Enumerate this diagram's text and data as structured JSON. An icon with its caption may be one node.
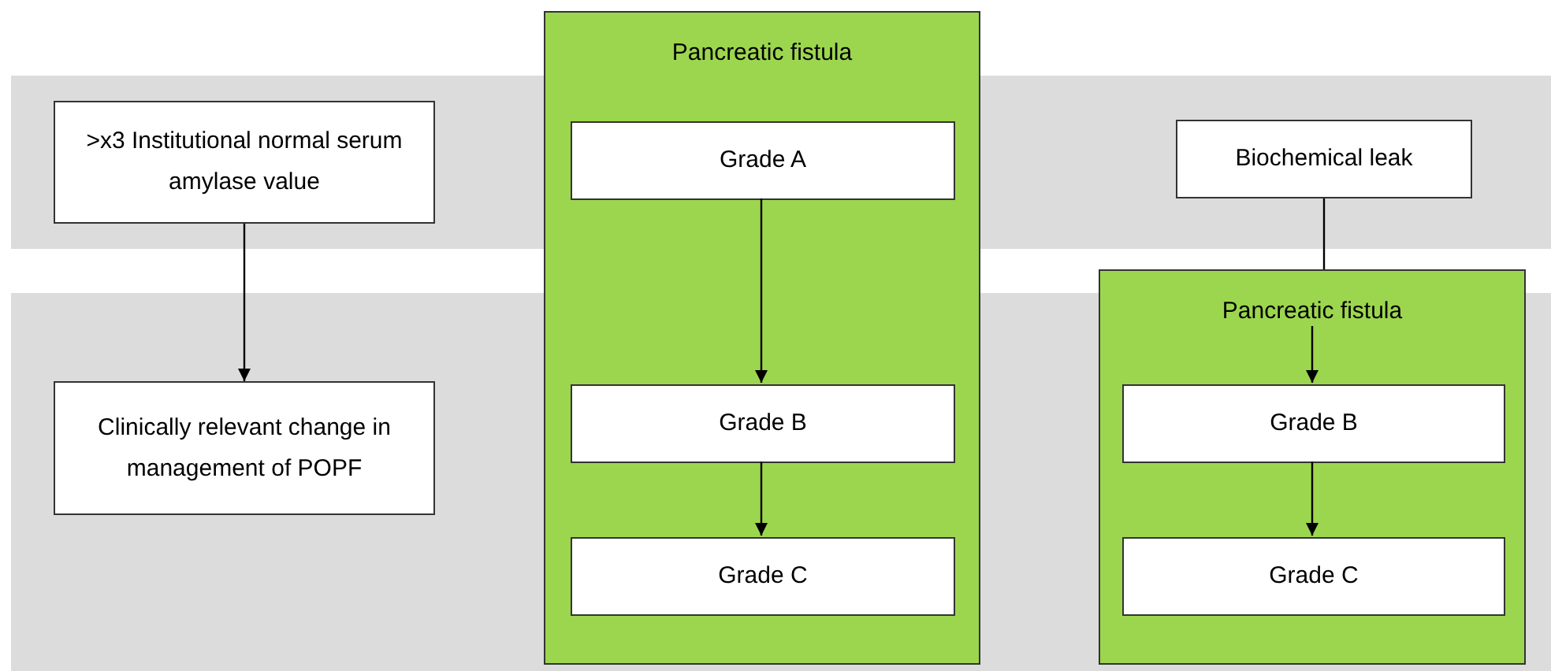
{
  "diagram": {
    "nodes": [
      {
        "text": [
          ">x3 Institutional normal serum amylase value"
        ]
      },
      {
        "text": [
          "Clinically relevant change in management of POPF"
        ]
      },
      {
        "text": [
          "Pancreatic fistula"
        ]
      },
      {
        "text": [
          "Grade A"
        ],
        "in": 2
      },
      {
        "text": [
          "Grade B"
        ],
        "in": 2
      },
      {
        "text": [
          "Grade C"
        ],
        "in": 2
      },
      {
        "text": [
          "Biochemical leak"
        ]
      },
      {
        "text": [
          "Pancreatic fistula"
        ]
      },
      {
        "text": [
          "Grade B"
        ],
        "in": 7
      },
      {
        "text": [
          "Grade C"
        ],
        "in": 7
      }
    ],
    "edges": [
      {
        "from": 0,
        "to": 1,
        "arrow": "to"
      },
      {
        "from": 3,
        "to": 4,
        "arrow": "to"
      },
      {
        "from": 4,
        "to": 5,
        "arrow": "to"
      },
      {
        "from": 6,
        "to": 7,
        "arrow": "none"
      },
      {
        "from": null,
        "to": 8,
        "arrow": "to"
      },
      {
        "from": 8,
        "to": 9,
        "arrow": "to"
      }
    ]
  }
}
